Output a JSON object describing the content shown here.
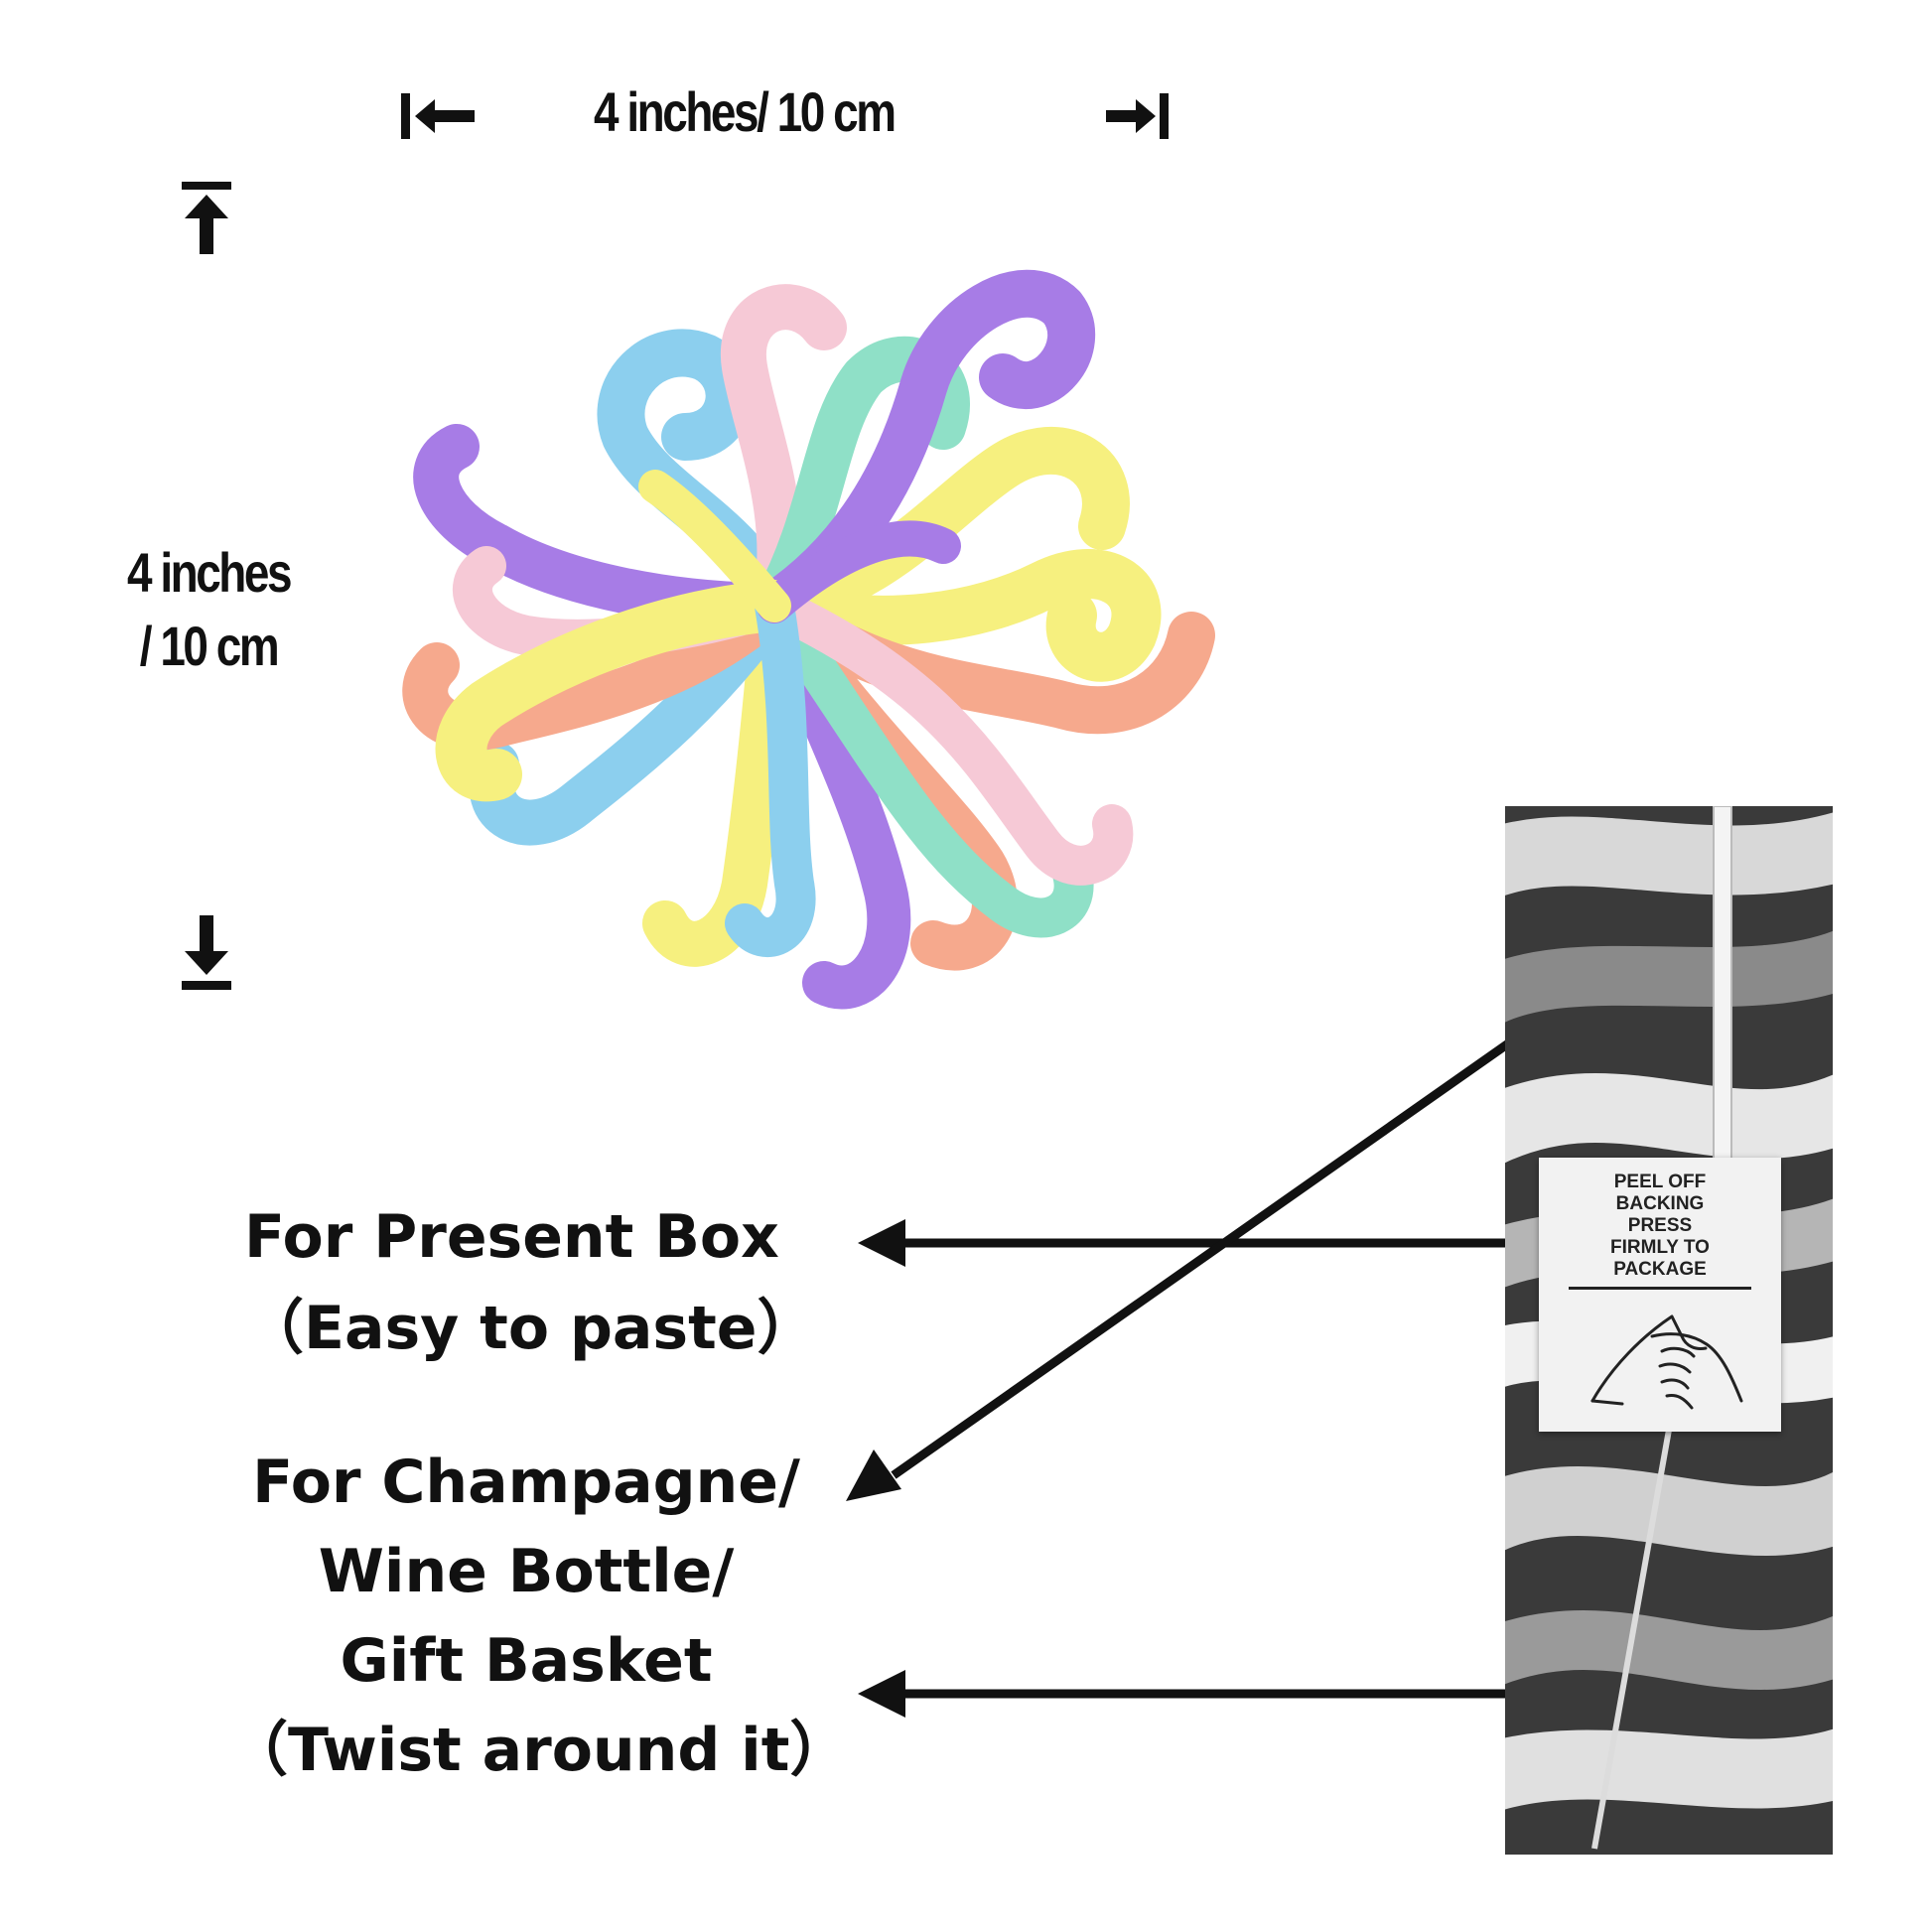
{
  "dimensions": {
    "width_label": "4 inches/ 10 cm",
    "height_line1": "4 inches",
    "height_line2": "/ 10 cm"
  },
  "uses": {
    "present_box_line1": "For Present Box",
    "present_box_line2": "（Easy to paste）",
    "bottle_line1": "For Champagne/",
    "bottle_line2": "Wine Bottle/",
    "bottle_line3": "Gift Basket",
    "bottle_line4": "（Twist around it）"
  },
  "sticker": {
    "line1": "PEEL OFF",
    "line2": "BACKING",
    "line3": "PRESS",
    "line4": "FIRMLY TO",
    "line5": "PACKAGE"
  },
  "colors": {
    "ribbon_blue": "#8ccfee",
    "ribbon_pink": "#f6c9d6",
    "ribbon_mint": "#8fe0c7",
    "ribbon_purple": "#a77ce6",
    "ribbon_yellow": "#f6f07f",
    "ribbon_peach": "#f6a98d"
  },
  "icons": {
    "left_bar_arrow": "arrow-left-bar-icon",
    "right_bar_arrow": "arrow-right-bar-icon",
    "up_bar_arrow": "arrow-up-bar-icon",
    "down_bar_arrow": "arrow-down-bar-icon",
    "hand_press": "hand-press-icon"
  }
}
